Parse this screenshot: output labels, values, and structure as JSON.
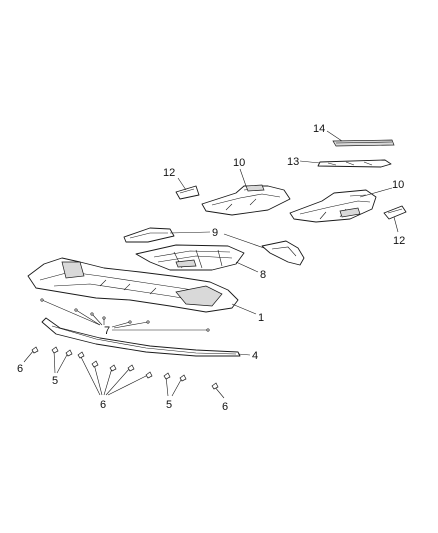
{
  "callouts": {
    "c1": "1",
    "c4": "4",
    "c5a": "5",
    "c5b": "5",
    "c6a": "6",
    "c6b": "6",
    "c6c": "6",
    "c7": "7",
    "c8": "8",
    "c9": "9",
    "c10a": "10",
    "c10b": "10",
    "c12a": "12",
    "c12b": "12",
    "c13": "13",
    "c14": "14"
  }
}
